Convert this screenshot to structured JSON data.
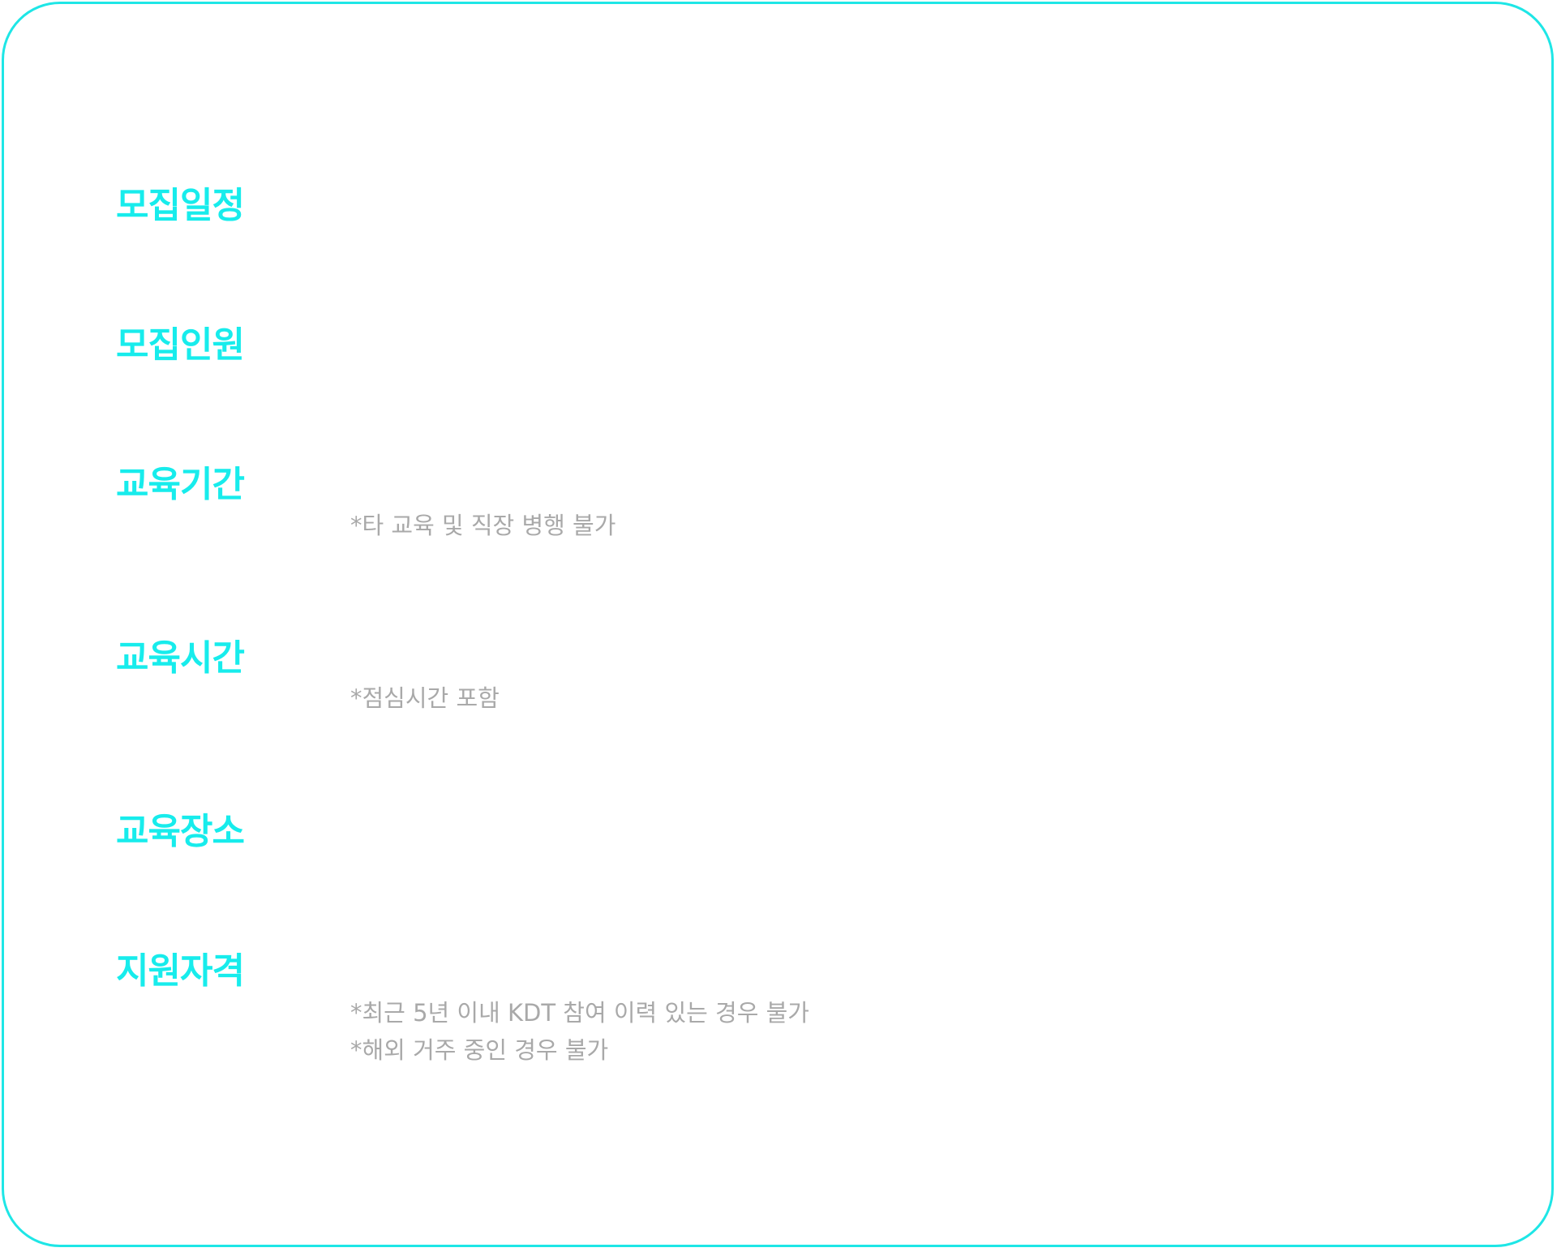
{
  "sections": [
    {
      "label": "모집일정",
      "notes": []
    },
    {
      "label": "모집인원",
      "notes": []
    },
    {
      "label": "교육기간",
      "notes": [
        "*타 교육 및 직장 병행 불가"
      ]
    },
    {
      "label": "교육시간",
      "notes": [
        "*점심시간 포함"
      ]
    },
    {
      "label": "교육장소",
      "notes": []
    },
    {
      "label": "지원자격",
      "notes": [
        "*최근 5년 이내 KDT 참여 이력 있는 경우 불가",
        "*해외 거주 중인 경우 불가"
      ]
    }
  ],
  "colors": {
    "accent": "#17ecec",
    "border": "#1ee6e6",
    "note": "#a9a9a9",
    "background": "#ffffff"
  }
}
